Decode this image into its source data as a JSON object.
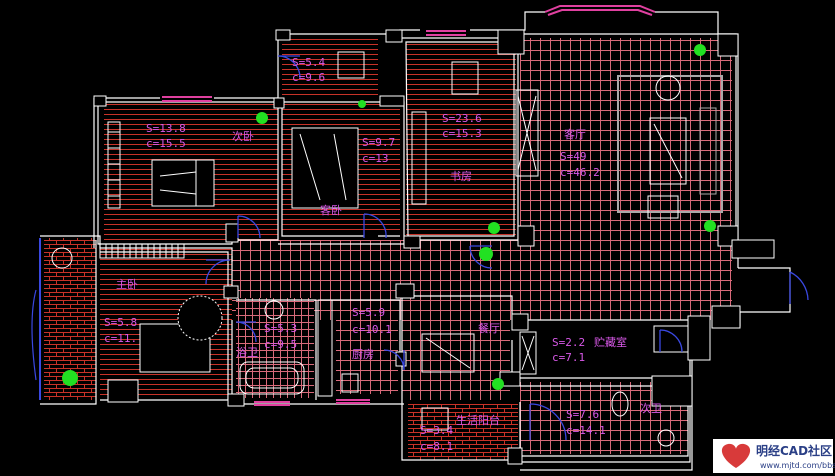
{
  "colors": {
    "background": "#000000",
    "wall": "#ffffff",
    "hatch_red": "#c83228",
    "hatch_pink": "#d86a7a",
    "label": "#d858e8",
    "window": "#e040a0",
    "door": "#3a48e0",
    "plant": "#22e022"
  },
  "rooms": [
    {
      "id": "small-top",
      "area": "S=5.4",
      "perimeter": "c=9.6"
    },
    {
      "id": "second-bedroom",
      "name": "次卧",
      "area": "S=13.8",
      "perimeter": "c=15.5"
    },
    {
      "id": "guest-room",
      "name": "客卧",
      "area": "S=9.7",
      "perimeter": "c=13"
    },
    {
      "id": "study",
      "name": "书房",
      "area": "S=23.6",
      "perimeter": "c=15.3"
    },
    {
      "id": "living-room",
      "name": "客厅",
      "area": "S=49",
      "perimeter": "c=46.2"
    },
    {
      "id": "master-bedroom",
      "name": "主卧",
      "area": "S=5.8",
      "perimeter": "c=11."
    },
    {
      "id": "bath",
      "name": "浴卫",
      "area": "S=5.3",
      "perimeter": "c=9.5"
    },
    {
      "id": "kitchen",
      "name": "厨房",
      "area": "S=5.9",
      "perimeter": "c=10.1"
    },
    {
      "id": "dining",
      "name": "餐厅"
    },
    {
      "id": "storage",
      "name": "贮藏室",
      "area": "S=2.2",
      "perimeter": "c=7.1"
    },
    {
      "id": "second-bath",
      "name": "次卫",
      "area": "S=7.6",
      "perimeter": "c=14.1"
    },
    {
      "id": "service-balcony",
      "name": "生活阳台",
      "area": "S=3.4",
      "perimeter": "c=8.1"
    }
  ],
  "watermark": {
    "name": "明经CAD社区",
    "url": "www.mjtd.com/bbs",
    "icon": "heart-logo-icon"
  }
}
